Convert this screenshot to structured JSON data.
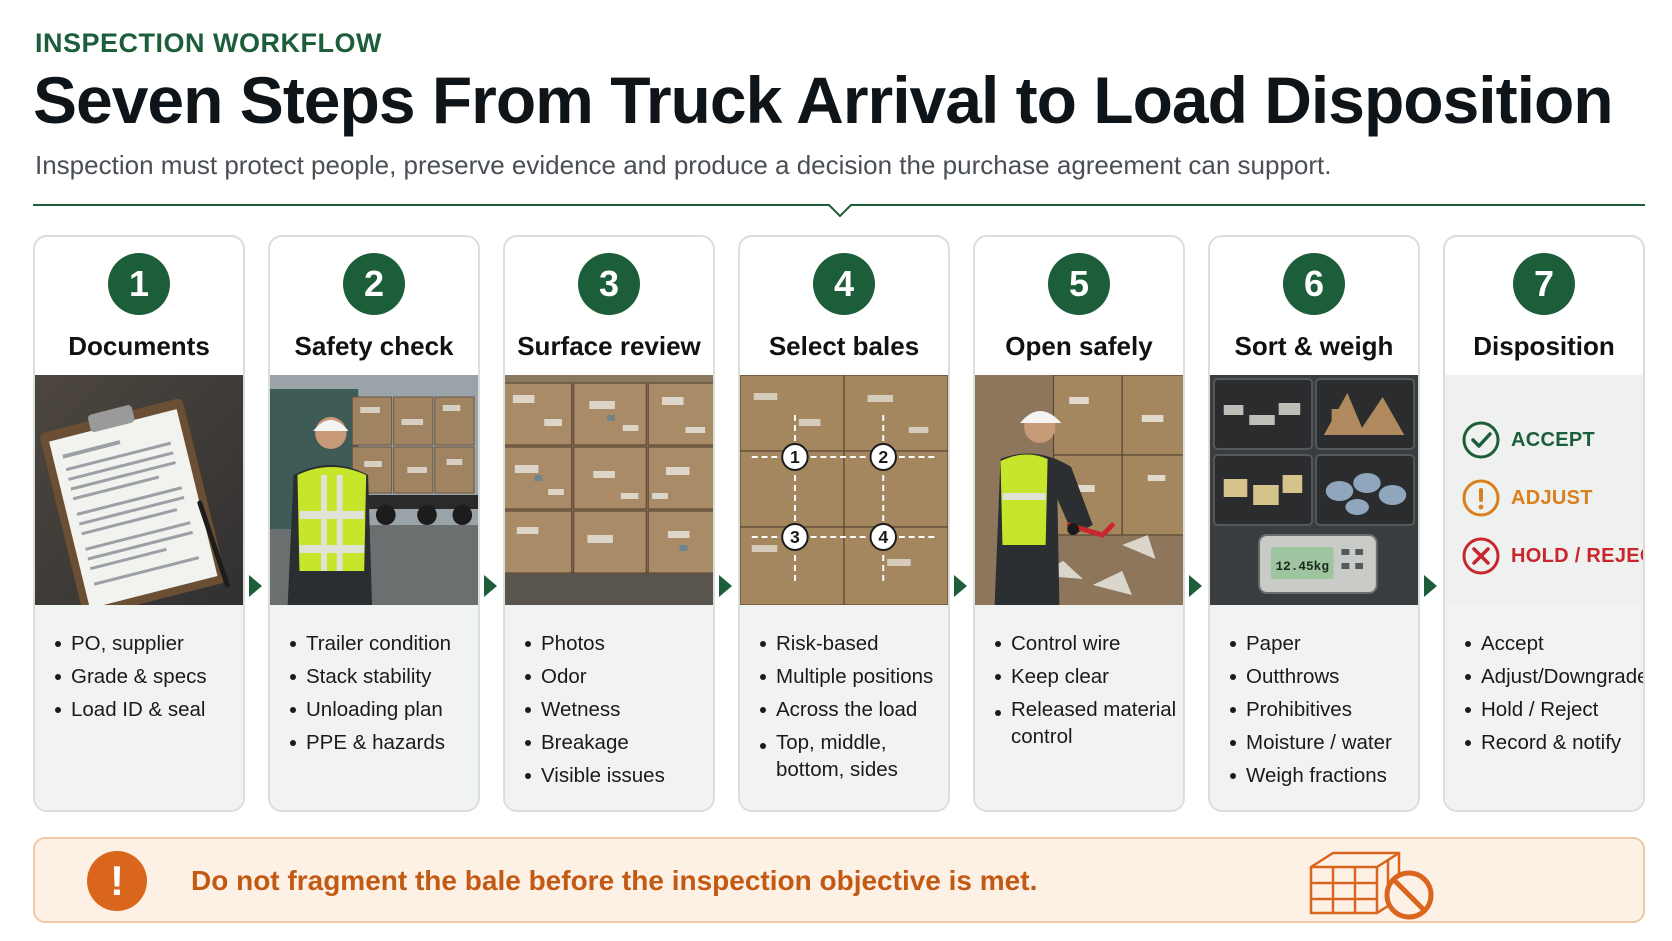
{
  "header": {
    "eyebrow": "INSPECTION WORKFLOW",
    "title": "Seven Steps From Truck Arrival to Load Disposition",
    "subtitle": "Inspection must protect people, preserve evidence and produce a decision the purchase agreement can support."
  },
  "colors": {
    "brand_green": "#1d5e3a",
    "accept_green": "#1d5e3a",
    "adjust_orange": "#d9801c",
    "reject_red": "#c8272e",
    "warning_orange": "#d9661c"
  },
  "steps": [
    {
      "number": "1",
      "title": "Documents",
      "image_icon": "clipboard-photo",
      "bullets": [
        "PO, supplier",
        "Grade & specs",
        "Load ID & seal"
      ]
    },
    {
      "number": "2",
      "title": "Safety check",
      "image_icon": "trailer-worker-photo",
      "bullets": [
        "Trailer condition",
        "Stack stability",
        "Unloading plan",
        "PPE & hazards"
      ]
    },
    {
      "number": "3",
      "title": "Surface review",
      "image_icon": "bales-photo",
      "bullets": [
        "Photos",
        "Odor",
        "Wetness",
        "Breakage",
        "Visible issues"
      ]
    },
    {
      "number": "4",
      "title": "Select bales",
      "image_icon": "bale-grid-photo",
      "grid_labels": [
        "1",
        "2",
        "3",
        "4"
      ],
      "bullets": [
        "Risk-based",
        "Multiple positions",
        "Across the load",
        "Top, middle, bottom, sides"
      ]
    },
    {
      "number": "5",
      "title": "Open safely",
      "image_icon": "cutting-wire-photo",
      "bullets": [
        "Control wire",
        "Keep clear",
        "Released material control"
      ]
    },
    {
      "number": "6",
      "title": "Sort & weigh",
      "image_icon": "sorting-bins-photo",
      "scale_reading": "12.45kg",
      "bullets": [
        "Paper",
        "Outthrows",
        "Prohibitives",
        "Moisture / water",
        "Weigh fractions"
      ]
    },
    {
      "number": "7",
      "title": "Disposition",
      "outcomes": [
        {
          "label": "ACCEPT",
          "icon": "check-circle-icon"
        },
        {
          "label": "ADJUST",
          "icon": "exclamation-circle-icon"
        },
        {
          "label": "HOLD / REJECT",
          "icon": "x-circle-icon"
        }
      ],
      "bullets": [
        "Accept",
        "Adjust/Downgrade",
        "Hold / Reject",
        "Record & notify"
      ]
    }
  ],
  "banner": {
    "icon": "exclamation-icon",
    "message": "Do not fragment the bale before the inspection objective is met.",
    "end_icon": "no-bale-icon"
  }
}
